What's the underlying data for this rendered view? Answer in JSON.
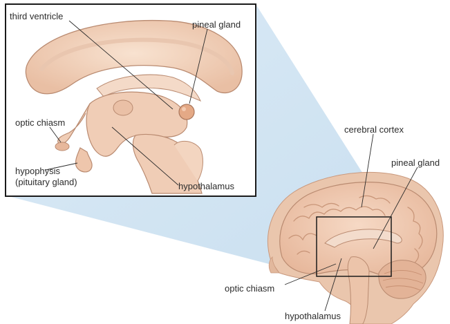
{
  "inset_labels": {
    "third_ventricle": "third ventricle",
    "pineal_gland": "pineal gland",
    "optic_chiasm": "optic chiasm",
    "hypophysis_line1": "hypophysis",
    "hypophysis_line2": "(pituitary gland)",
    "hypothalamus": "hypothalamus"
  },
  "brain_labels": {
    "cerebral_cortex": "cerebral cortex",
    "pineal_gland": "pineal gland",
    "optic_chiasm": "optic chiasm",
    "hypothalamus": "hypothalamus"
  },
  "colors": {
    "tissue": "#f2d3bd",
    "tissue_dark": "#d9a98c",
    "tissue_light": "#f8e4d4",
    "outline": "#b98a70",
    "projection": "#cfe3f2",
    "frame": "#1a1a1a",
    "leader": "#2b2b2b"
  }
}
